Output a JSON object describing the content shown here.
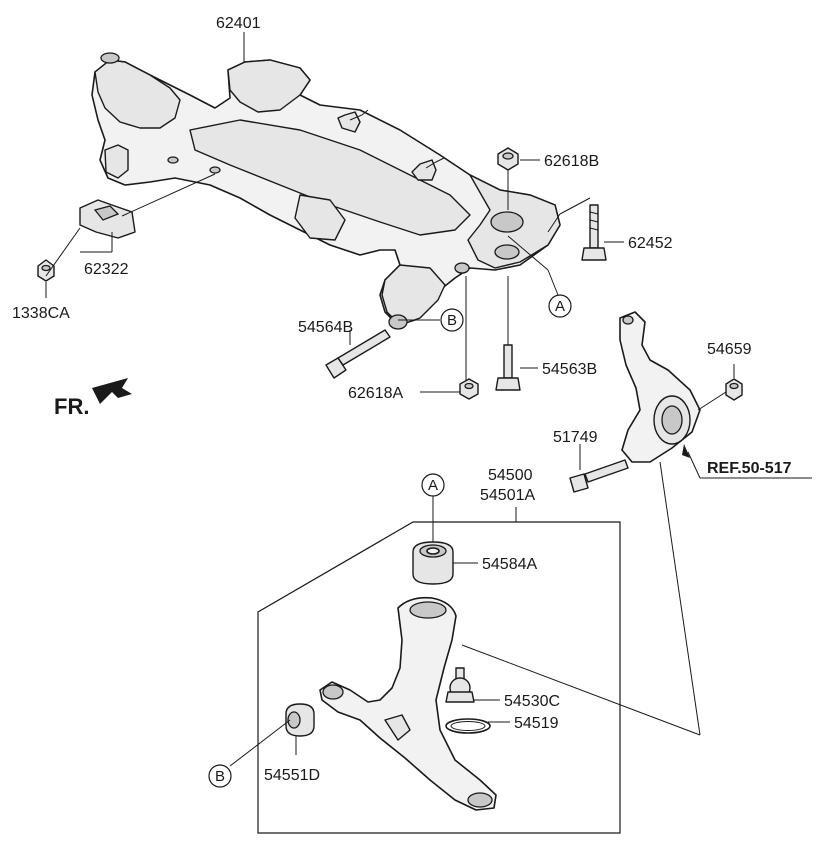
{
  "diagram": {
    "part_numbers": {
      "crossmember": "62401",
      "bolt_62618B": "62618B",
      "bolt_62452": "62452",
      "bracket": "62322",
      "nut_1338CA": "1338CA",
      "bolt_54564B": "54564B",
      "bolt_54563B": "54563B",
      "nut_62618A": "62618A",
      "nut_54659": "54659",
      "bolt_51749": "51749",
      "arm_assy": "54500",
      "arm_assy_alt": "54501A",
      "bushing_54584A": "54584A",
      "ball_joint": "54530C",
      "snap_ring": "54519",
      "bushing_54551D": "54551D"
    },
    "reference": "REF.50-517",
    "direction": "FR.",
    "markers": {
      "a": "A",
      "b": "B"
    }
  }
}
